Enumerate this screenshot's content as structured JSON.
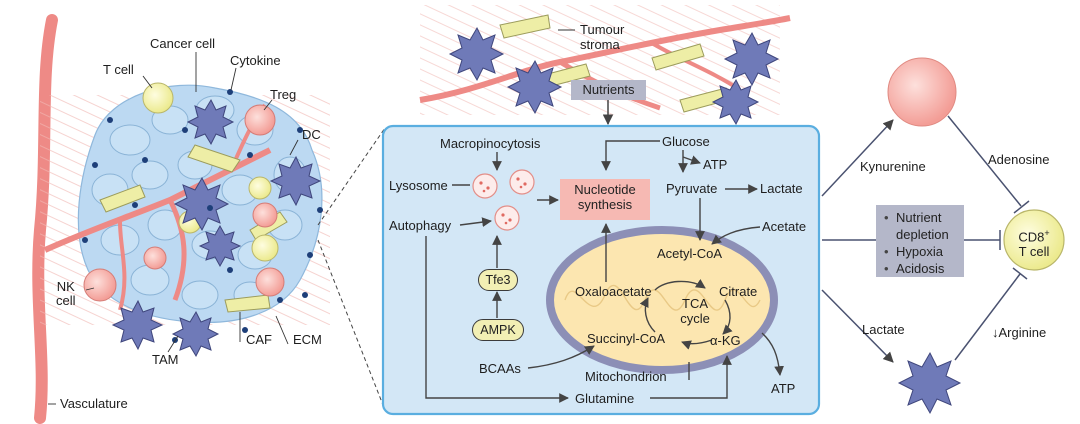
{
  "tumour": {
    "labels": {
      "cancer_cell": "Cancer cell",
      "t_cell": "T cell",
      "cytokine": "Cytokine",
      "treg": "Treg",
      "dc": "DC",
      "nk_cell_line1": "NK",
      "nk_cell_line2": "cell",
      "tam": "TAM",
      "caf": "CAF",
      "ecm": "ECM",
      "vasculature": "Vasculature"
    }
  },
  "stroma": {
    "label_line1": "Tumour",
    "label_line2": "stroma",
    "nutrients": "Nutrients"
  },
  "metabolism": {
    "macropinocytosis": "Macropinocytosis",
    "lysosome": "Lysosome",
    "autophagy": "Autophagy",
    "nucleotide_line1": "Nucleotide",
    "nucleotide_line2": "synthesis",
    "glucose": "Glucose",
    "atp_top": "ATP",
    "pyruvate": "Pyruvate",
    "lactate": "Lactate",
    "acetate": "Acetate",
    "acetyl_coa": "Acetyl-CoA",
    "oxaloacetate": "Oxaloacetate",
    "citrate": "Citrate",
    "tca_line1": "TCA",
    "tca_line2": "cycle",
    "succinyl_coa": "Succinyl-CoA",
    "akg": "α-KG",
    "tfe3": "Tfe3",
    "ampk": "AMPK",
    "bcaas": "BCAAs",
    "mitochondrion": "Mitochondrion",
    "glutamine": "Glutamine",
    "atp_bottom": "ATP"
  },
  "effects": {
    "kynurenine": "Kynurenine",
    "adenosine": "Adenosine",
    "nutrient_items": [
      "Nutrient",
      "depletion",
      "Hypoxia",
      "Acidosis"
    ],
    "tcell_line1": "CD8",
    "tcell_sup": "+",
    "tcell_line2": "T cell",
    "lactate": "Lactate",
    "arginine": "↓Arginine"
  },
  "colors": {
    "vessel": "#ee8a86",
    "cancer_cell": "#bcd9f2",
    "tcell_yellow": "#f5f2a0",
    "treg_pink": "#f7b3ad",
    "tam_blue": "#6f7ab8",
    "panel_bg": "#d3e7f6",
    "panel_border": "#5aaee0",
    "mito_fill": "#fce6b0",
    "mito_border": "#8c8fb6",
    "nucleotide_box": "#f6b9b3",
    "grey_box": "#b4b7c9"
  }
}
